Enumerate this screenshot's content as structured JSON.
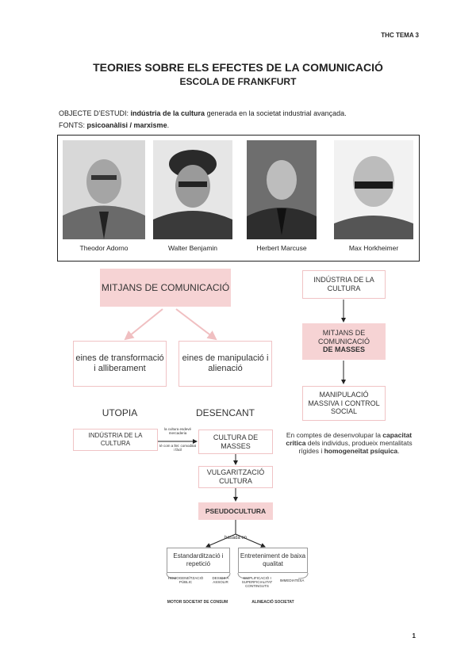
{
  "header": {
    "tag": "THC TEMA 3"
  },
  "title": "TEORIES SOBRE ELS EFECTES DE LA COMUNICACIÓ",
  "subtitle": "ESCOLA DE FRANKFURT",
  "objecte": {
    "label": "OBJECTE D’ESTUDI:",
    "bold": "indústria de la cultura",
    "rest": " generada en la societat industrial avançada."
  },
  "fonts": {
    "label": "FONTS:",
    "bold": "psicoanàlisi / marxisme",
    "rest": "."
  },
  "people": [
    {
      "name": "Theodor Adorno"
    },
    {
      "name": "Walter Benjamin"
    },
    {
      "name": "Herbert Marcuse"
    },
    {
      "name": "Max Horkheimer"
    }
  ],
  "diagram": {
    "mitjans": "MITJANS DE COMUNICACIÓ",
    "eines_transformacio": "eines de transformació i alliberament",
    "eines_manipulacio": "eines de manipulació i alienació",
    "utopia": "UTOPIA",
    "desencant": "DESENCANT",
    "industria_right": "INDÚSTRIA DE LA CULTURA",
    "mitjans_masses_1": "MITJANS DE COMUNICACIÓ",
    "mitjans_masses_2": "DE MASSES",
    "manipulacio": "MANIPULACIÓ MASSIVA I CONTROL SOCIAL",
    "industria_left": "INDÚSTRIA DE LA CULTURA",
    "small_arrow_top": "la cultura esdevé mercaderia",
    "small_arrow_bottom": "té com a llei: comoditat i fàcil",
    "cultura_masses": "CULTURA DE MASSES",
    "note_1": "En comptes de desenvolupar la ",
    "note_bold_1": "capacitat crítica",
    "note_2": " dels individus, produeix mentalitats rígides i ",
    "note_bold_2": "homogeneïtat psíquica",
    "note_3": ".",
    "vulgaritzacio": "VULGARITZACIÓ CULTURA",
    "pseudocultura": "PSEUDOCULTURA",
    "basada_en": "basada en",
    "estandarditzacio": "Estandardització i repetició",
    "entreteniment": "Entreteniment de baixa qualitat",
    "homogeneitzacio": "HOMOGENEÏTZACIÓ PÚBLIC",
    "desigs": "DESIGS A ASSOLIR",
    "simplificacio": "SIMPLIFICACIÓ I SUPERFICIALITAT CONTINGUTS",
    "immediatesa": "IMMEDIATESA",
    "motor": "MOTOR SOCIETAT DE CONSUM",
    "alineacio": "ALINEACIÓ SOCIETAT"
  },
  "page_number": "1"
}
